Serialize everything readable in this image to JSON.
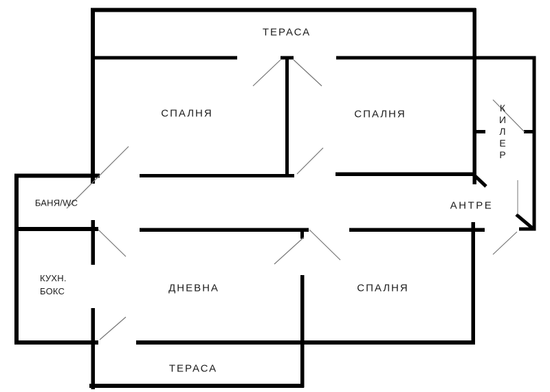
{
  "page": {
    "background": "#ffffff"
  },
  "floorplan": {
    "wall_color": "#000000",
    "swing_color": "#757575",
    "text_color": "#1c1c1c",
    "labels": {
      "terrace_top": "ТЕРАСА",
      "bedroom_top_left": "СПАЛНЯ",
      "bedroom_top_right": "СПАЛНЯ",
      "kiler": "К\nИ\nЛ\nЕ\nР",
      "antre": "АНТРЕ",
      "banya": "БАНЯ/WC",
      "kitchen": "КУХН.\nБОКС",
      "dnevna": "ДНЕВНА",
      "bedroom_bottom": "СПАЛНЯ",
      "terrace_bottom": "ТЕРАСА"
    },
    "walls": [
      [
        132,
        14.5,
        692,
        14.5,
        6
      ],
      [
        135,
        11.5,
        135,
        267,
        6
      ],
      [
        137,
        84,
        345,
        84,
        5
      ],
      [
        408,
        84,
        427,
        84,
        5
      ],
      [
        489,
        84,
        779,
        84,
        5
      ],
      [
        417.5,
        84,
        417.5,
        255.5,
        5
      ],
      [
        777,
        81.5,
        777,
        335.5,
        5
      ],
      [
        755,
        333,
        779.5,
        333,
        5
      ],
      [
        690,
        12,
        690,
        268,
        5.5
      ],
      [
        488,
        253,
        692,
        253,
        5.5
      ],
      [
        21,
        255.5,
        145,
        255.5,
        6
      ],
      [
        24,
        252.5,
        24,
        501,
        6
      ],
      [
        203,
        255.5,
        428,
        255.5,
        5
      ],
      [
        21,
        333,
        143,
        333,
        6
      ],
      [
        135,
        320,
        135,
        385,
        5.5
      ],
      [
        135,
        448,
        135,
        566,
        5.5
      ],
      [
        203,
        334,
        449,
        334,
        5.5
      ],
      [
        439.5,
        334,
        439.5,
        347,
        5
      ],
      [
        508,
        334,
        705,
        334,
        5.5
      ],
      [
        688,
        323,
        688,
        501,
        5.5
      ],
      [
        21,
        498,
        143,
        498,
        6
      ],
      [
        198,
        498,
        690.5,
        498,
        6
      ],
      [
        439.5,
        400,
        439.5,
        563.5,
        5.5
      ],
      [
        130,
        561,
        442,
        561,
        6
      ],
      [
        688,
        191.5,
        706,
        191.5,
        5
      ],
      [
        762,
        191.5,
        779,
        191.5,
        5
      ]
    ],
    "door_leaves": [
      [
        689,
        254,
        707,
        271
      ],
      [
        751,
        312,
        776,
        333
      ]
    ],
    "door_swings": [
      [
        408,
        87,
        368,
        125
      ],
      [
        427,
        87,
        468,
        125
      ],
      [
        97,
        303,
        187,
        213
      ],
      [
        432,
        253,
        470,
        215
      ],
      [
        717,
        145,
        763,
        192
      ],
      [
        753,
        262,
        753,
        312
      ],
      [
        752,
        337,
        717,
        370
      ],
      [
        143,
        334,
        183,
        373
      ],
      [
        145,
        494,
        183,
        461
      ],
      [
        442,
        345,
        399,
        384
      ],
      [
        450,
        334,
        495,
        378
      ]
    ]
  }
}
